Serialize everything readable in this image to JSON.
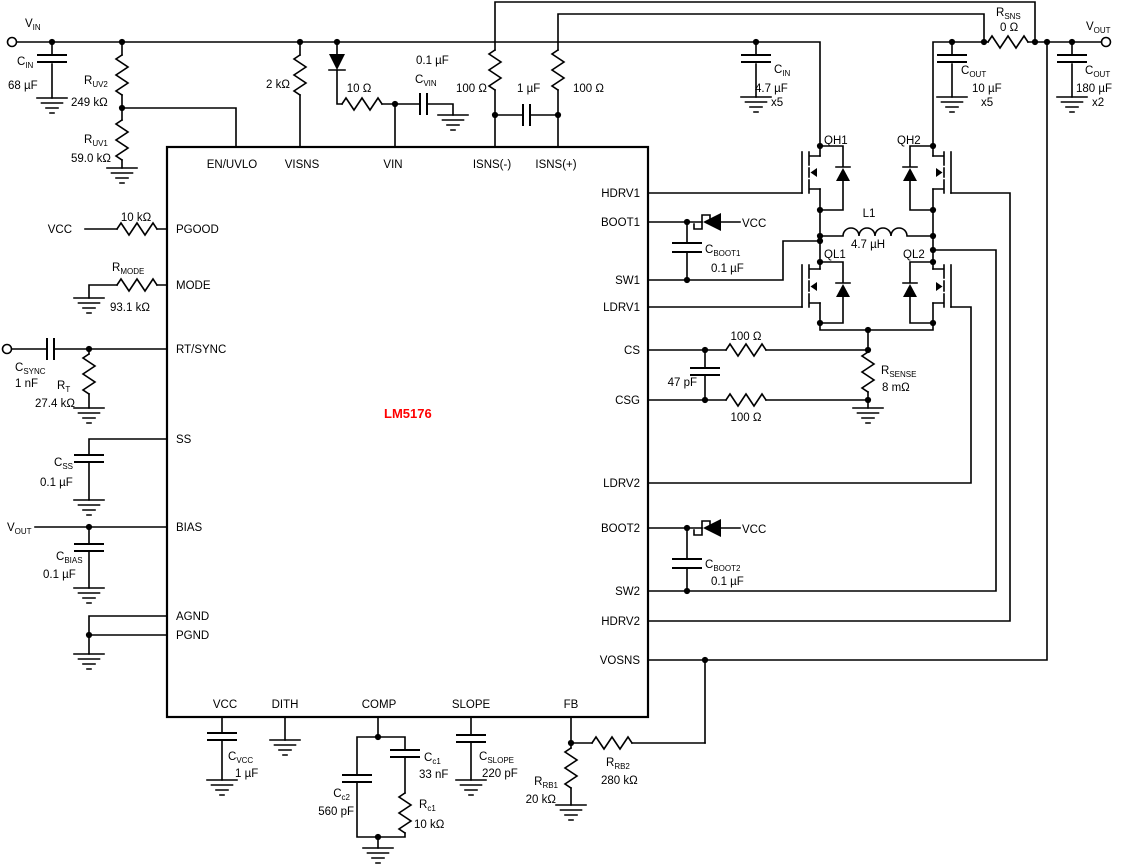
{
  "ic": {
    "name": "LM5176",
    "pins_top": [
      "EN/UVLO",
      "VISNS",
      "VIN",
      "ISNS(-)",
      "ISNS(+)"
    ],
    "pins_left": [
      "PGOOD",
      "MODE",
      "RT/SYNC",
      "SS",
      "BIAS",
      "AGND",
      "PGND"
    ],
    "pins_right": [
      "HDRV1",
      "BOOT1",
      "SW1",
      "LDRV1",
      "CS",
      "CSG",
      "LDRV2",
      "BOOT2",
      "SW2",
      "HDRV2",
      "VOSNS"
    ],
    "pins_bottom": [
      "VCC",
      "DITH",
      "COMP",
      "SLOPE",
      "FB"
    ]
  },
  "terminals": {
    "vin": {
      "ref": "V",
      "sub": "IN"
    },
    "vout": {
      "ref": "V",
      "sub": "OUT"
    }
  },
  "nets": {
    "vcc_pgood": "VCC",
    "vcc_boot1": "VCC",
    "vcc_boot2": "VCC",
    "vout_bias": {
      "ref": "V",
      "sub": "OUT"
    }
  },
  "colors": {
    "ic_name": "#ff0000",
    "wire": "#000000"
  },
  "parts": {
    "cin_bulk": {
      "ref": "C",
      "sub": "IN",
      "value": "68 µF"
    },
    "ruv2": {
      "ref": "R",
      "sub": "UV2",
      "value": "249 kΩ"
    },
    "ruv1": {
      "ref": "R",
      "sub": "UV1",
      "value": "59.0 kΩ"
    },
    "r_en": {
      "value": "2 kΩ"
    },
    "r_vin": {
      "value": "10 Ω"
    },
    "cvin": {
      "ref": "C",
      "sub": "VIN",
      "value": "0.1 µF"
    },
    "r_isns_n": {
      "value": "100 Ω"
    },
    "c_isns": {
      "value": "1 µF"
    },
    "r_isns_p": {
      "value": "100 Ω"
    },
    "cin_hf": {
      "ref": "C",
      "sub": "IN",
      "value": "4.7 µF",
      "mult": "x5"
    },
    "rsns": {
      "ref": "R",
      "sub": "SNS",
      "value": "0 Ω"
    },
    "cout_hf": {
      "ref": "C",
      "sub": "OUT",
      "value": "10 µF",
      "mult": "x5"
    },
    "cout_bulk": {
      "ref": "C",
      "sub": "OUT",
      "value": "180 µF",
      "mult": "x2"
    },
    "qh1": "QH1",
    "qh2": "QH2",
    "ql1": "QL1",
    "ql2": "QL2",
    "l1": {
      "ref": "L1",
      "value": "4.7 µH"
    },
    "rsense": {
      "ref": "R",
      "sub": "SENSE",
      "value": "8 mΩ"
    },
    "r_pgood": {
      "value": "10 kΩ"
    },
    "rmode": {
      "ref": "R",
      "sub": "MODE",
      "value": "93.1 kΩ"
    },
    "csync": {
      "ref": "C",
      "sub": "SYNC",
      "value": "1 nF"
    },
    "rt": {
      "ref": "R",
      "sub": "T",
      "value": "27.4 kΩ"
    },
    "css": {
      "ref": "C",
      "sub": "SS",
      "value": "0.1 µF"
    },
    "cbias": {
      "ref": "C",
      "sub": "BIAS",
      "value": "0.1 µF"
    },
    "cboot1": {
      "ref": "C",
      "sub": "BOOT1",
      "value": "0.1 µF"
    },
    "cboot2": {
      "ref": "C",
      "sub": "BOOT2",
      "value": "0.1 µF"
    },
    "r_cs": {
      "value": "100 Ω"
    },
    "c_cs": {
      "value": "47 pF"
    },
    "r_csg": {
      "value": "100 Ω"
    },
    "cvcc": {
      "ref": "C",
      "sub": "VCC",
      "value": "1 µF"
    },
    "cc1": {
      "ref": "C",
      "sub": "c1",
      "value": "33 nF"
    },
    "cc2": {
      "ref": "C",
      "sub": "c2",
      "value": "560 pF"
    },
    "rc1": {
      "ref": "R",
      "sub": "c1",
      "value": "10 kΩ"
    },
    "cslope": {
      "ref": "C",
      "sub": "SLOPE",
      "value": "220 pF"
    },
    "rrb1": {
      "ref": "R",
      "sub": "RB1",
      "value": "20 kΩ"
    },
    "rrb2": {
      "ref": "R",
      "sub": "RB2",
      "value": "280 kΩ"
    }
  }
}
